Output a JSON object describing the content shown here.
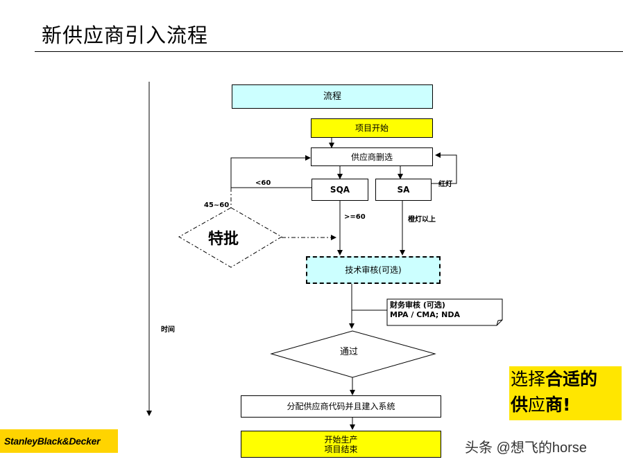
{
  "page": {
    "title": "新供应商引入流程",
    "axis_label": "时间"
  },
  "flow": {
    "header": "流程",
    "start": "项目开始",
    "screen": "供应商删选",
    "sqa": "SQA",
    "sa": "SA",
    "tech_review": "技术审核(可选)",
    "pass": "通过",
    "assign": "分配供应商代码并且建入系统",
    "production": [
      "开始生产",
      "项目结束"
    ],
    "special": "特批"
  },
  "labels": {
    "lt60": "<60",
    "range": "45~60",
    "ge60": ">=60",
    "red_light": "红灯",
    "orange_up": "橙灯以上"
  },
  "finance_note": {
    "line1": "财务审核 (可选)",
    "line2": "MPA / CMA; NDA"
  },
  "callout": {
    "part1": "选择",
    "part2": "合适的",
    "part3": "供",
    "part4": "应",
    "part5": "商!"
  },
  "logo": "StanleyBlack&Decker",
  "watermark": "头条 @想飞的horse",
  "colors": {
    "cyan": "#ccffff",
    "yellow": "#ffff00",
    "callout": "#ffe600"
  }
}
